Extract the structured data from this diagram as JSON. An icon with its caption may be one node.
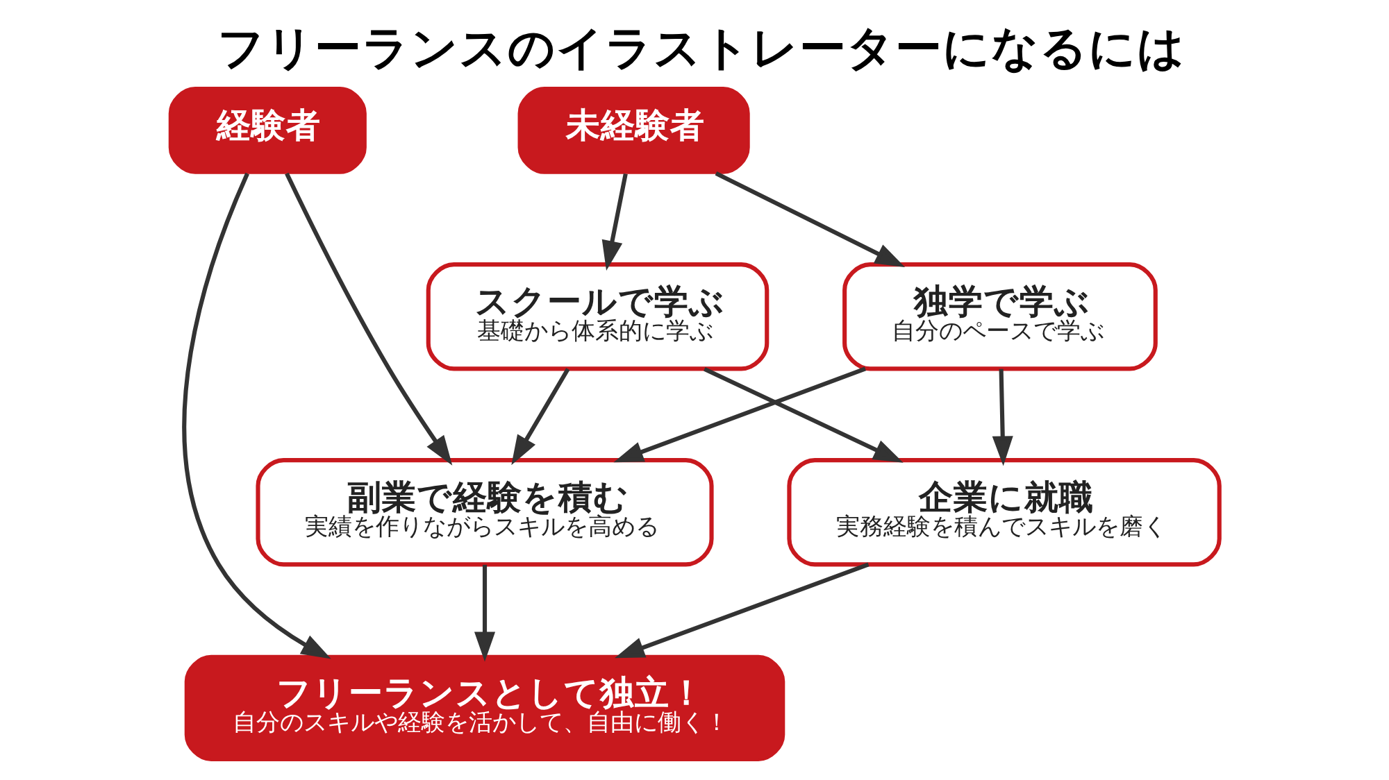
{
  "diagram": {
    "title": "フリーランスのイラストレーターになるには",
    "nodes": [
      {
        "text": [
          "未経験者"
        ]
      },
      {
        "text": [
          "経験者"
        ]
      },
      {
        "text": [
          "スクールで学ぶ",
          "基礎から体系的に学ぶ"
        ]
      },
      {
        "text": [
          "独学で学ぶ",
          "自分のペースで学ぶ"
        ]
      },
      {
        "text": [
          "企業に就職",
          "実務経験を積んでスキルを磨く"
        ]
      },
      {
        "text": [
          "副業で経験を積む",
          "実績を作りながらスキルを高める"
        ]
      },
      {
        "text": [
          "フリーランスとして独立！",
          "自分のスキルや経験を活かして、自由に働く！"
        ]
      }
    ],
    "edges": [
      {
        "from": 0,
        "to": 2,
        "arrow": "to"
      },
      {
        "from": 0,
        "to": 3,
        "arrow": "to"
      },
      {
        "from": 2,
        "to": 4,
        "arrow": "to"
      },
      {
        "from": 2,
        "to": 5,
        "arrow": "to"
      },
      {
        "from": 3,
        "to": 4,
        "arrow": "to"
      },
      {
        "from": 3,
        "to": 5,
        "arrow": "to"
      },
      {
        "from": 1,
        "to": 5,
        "arrow": "to"
      },
      {
        "from": 1,
        "to": 6,
        "arrow": "to"
      },
      {
        "from": 4,
        "to": 6,
        "arrow": "to"
      },
      {
        "from": 5,
        "to": 6,
        "arrow": "to"
      }
    ]
  }
}
